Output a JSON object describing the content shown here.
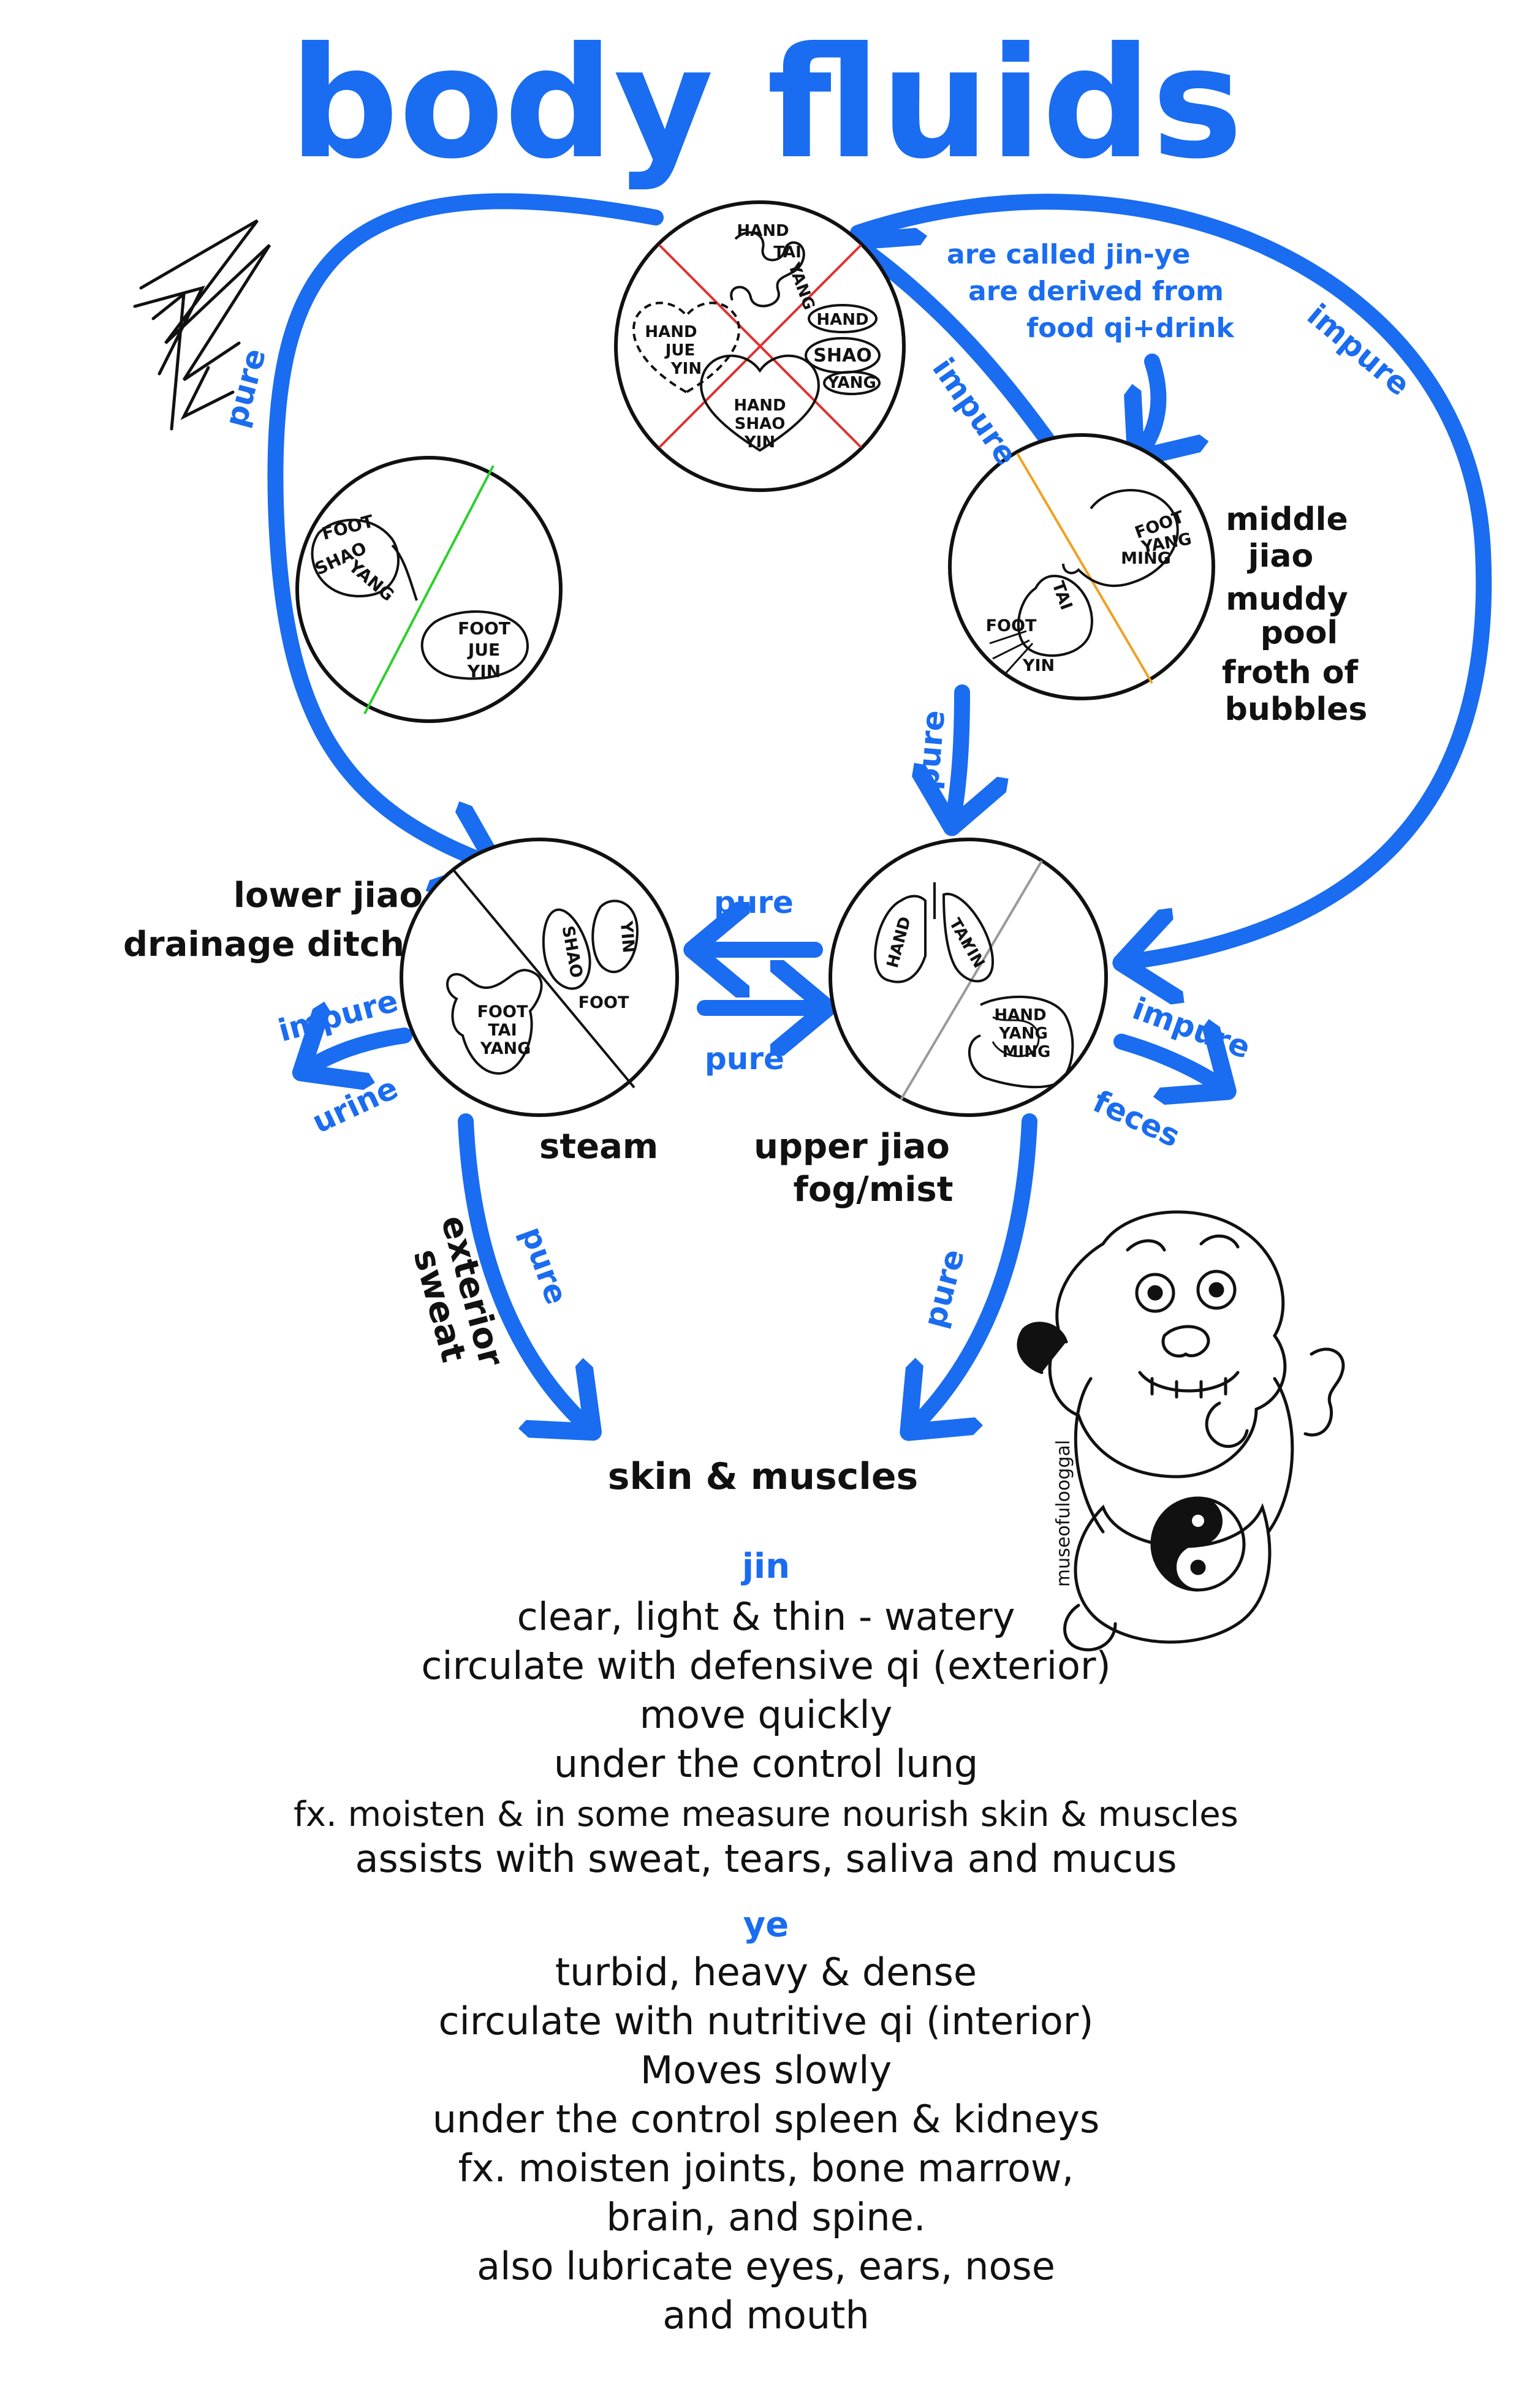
{
  "colors": {
    "accent": "#1a6cf0",
    "ink": "#111111",
    "divider_red": "#e03030",
    "divider_green": "#2ad12a",
    "divider_orange": "#f0a020",
    "divider_gray": "#999999"
  },
  "title": "body fluids",
  "top_circle": {
    "organs": {
      "small_intestine": [
        "HAND",
        "TAI",
        "YANG"
      ],
      "san_jiao": [
        "HAND",
        "SHAO",
        "YANG"
      ],
      "heart": [
        "HAND",
        "SHAO",
        "YIN"
      ],
      "pericardium": [
        "HAND",
        "JUE",
        "YIN"
      ]
    }
  },
  "left_circle": {
    "organs": {
      "gallbladder": [
        "FOOT",
        "SHAO",
        "YANG"
      ],
      "liver": [
        "FOOT",
        "JUE",
        "YIN"
      ]
    }
  },
  "middle_jiao_circle": {
    "organs": {
      "stomach": [
        "FOOT",
        "YANG",
        "MING"
      ],
      "spleen": [
        "FOOT",
        "TAI",
        "YIN"
      ]
    },
    "labels": [
      "middle",
      "jiao",
      "muddy",
      "pool",
      "froth of",
      "bubbles"
    ]
  },
  "lower_jiao_circle": {
    "organs": {
      "kidneys": [
        "SHAO",
        "YIN",
        "FOOT"
      ],
      "bladder": [
        "FOOT",
        "TAI",
        "YANG"
      ]
    },
    "labels": [
      "lower jiao",
      "drainage ditch"
    ],
    "bottom_label": "steam"
  },
  "upper_jiao_circle": {
    "organs": {
      "lungs": [
        "HAND",
        "TAI",
        "YIN"
      ],
      "large_intestine": [
        "HAND",
        "YANG",
        "MING"
      ]
    },
    "labels": [
      "upper jiao",
      "fog/mist"
    ]
  },
  "note_lines": [
    "are called jin-ye",
    "are derived from",
    "food qi+drink"
  ],
  "arrow_labels": {
    "pure_left": "pure",
    "impure_top_mid": "impure",
    "impure_right": "impure",
    "pure_middle": "pure",
    "pure_between_top": "pure",
    "pure_between_bottom": "pure",
    "impure_urine": "impure",
    "urine": "urine",
    "impure_feces": "impure",
    "feces": "feces",
    "pure_lower_left": "pure",
    "pure_lower_right": "pure"
  },
  "exterior_sweat": [
    "exterior",
    "sweat"
  ],
  "skin_muscles": "skin & muscles",
  "jin": {
    "heading": "jin",
    "lines": [
      "clear, light & thin - watery",
      "circulate with defensive qi (exterior)",
      "move quickly",
      "under the control lung",
      "fx. moisten & in some measure nourish skin & muscles",
      "assists with sweat, tears, saliva and mucus"
    ]
  },
  "ye": {
    "heading": "ye",
    "lines": [
      "turbid, heavy & dense",
      "circulate with nutritive qi (interior)",
      "Moves slowly",
      "under the control spleen & kidneys",
      "fx. moisten joints, bone marrow,",
      "brain, and spine.",
      "also lubricate eyes, ears, nose",
      "and mouth"
    ]
  },
  "mascot_signature": "museofulooggal"
}
